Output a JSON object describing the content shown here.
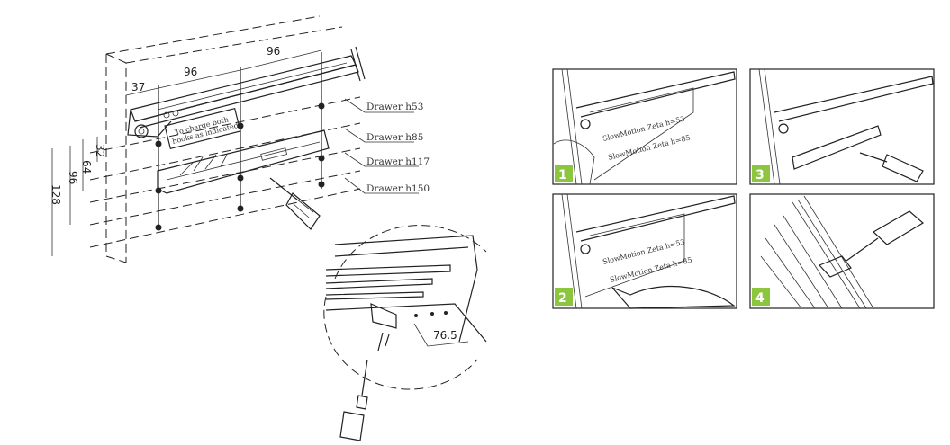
{
  "main_diagram": {
    "dimensions": {
      "offset_front": "37",
      "spacing_1": "96",
      "spacing_2": "96",
      "v32": "32",
      "v64": "64",
      "v96": "96",
      "v128": "128"
    },
    "drawer_labels": [
      "Drawer h53",
      "Drawer h85",
      "Drawer h117",
      "Drawer h150"
    ],
    "note_line1": "To charge both",
    "note_line2": "hooks as indicated.",
    "detail_dimension": "76.5"
  },
  "steps": [
    {
      "number": "1",
      "text_a": "SlowMotion Zeta h=53",
      "text_b": "SlowMotion Zeta h=85"
    },
    {
      "number": "2",
      "text_a": "SlowMotion Zeta h=53",
      "text_b": "SlowMotion Zeta h=85"
    },
    {
      "number": "3"
    },
    {
      "number": "4"
    }
  ],
  "colors": {
    "badge": "#8cc63f"
  }
}
